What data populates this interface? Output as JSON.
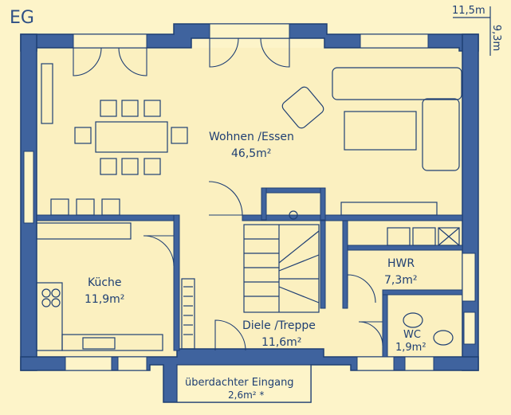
{
  "floor_label": "EG",
  "dimensions": {
    "width": "11,5m",
    "depth": "9,3m"
  },
  "rooms": [
    {
      "name": "Wohnen /Essen",
      "area": "46,5m²"
    },
    {
      "name": "Küche",
      "area": "11,9m²"
    },
    {
      "name": "HWR",
      "area": "7,3m²"
    },
    {
      "name": "Diele /Treppe",
      "area": "11,6m²"
    },
    {
      "name": "WC",
      "area": "1,9m²"
    },
    {
      "name": "überdachter Eingang",
      "area": "2,6m² *"
    }
  ],
  "colors": {
    "background": "#fdf4c9",
    "wall": "#3f639e",
    "line": "#1f3f73",
    "floor": "#fbf0c0"
  }
}
